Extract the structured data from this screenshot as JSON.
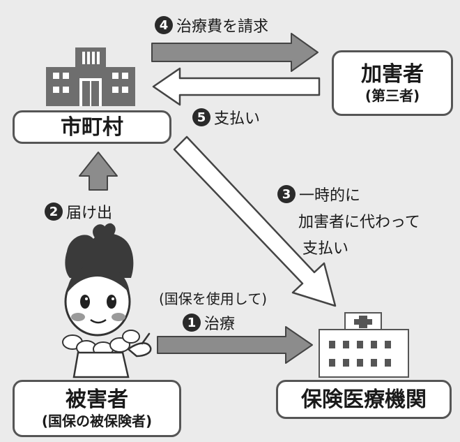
{
  "nodes": {
    "municipality": {
      "label": "市町村"
    },
    "perpetrator": {
      "label": "加害者",
      "sub": "(第三者)"
    },
    "victim": {
      "label": "被害者",
      "sub": "(国保の被保険者)"
    },
    "medical": {
      "label": "保険医療機関"
    }
  },
  "steps": {
    "s1": {
      "num": "1",
      "label": "治療",
      "note": "(国保を使用して)"
    },
    "s2": {
      "num": "2",
      "label": "届け出"
    },
    "s3": {
      "num": "3",
      "lines": [
        "一時的に",
        "加害者に代わって",
        "支払い"
      ]
    },
    "s4": {
      "num": "4",
      "label": "治療費を請求"
    },
    "s5": {
      "num": "5",
      "label": "支払い"
    }
  },
  "colors": {
    "arrow_fill": "#8c8c8c",
    "arrow_stroke": "#444444",
    "arrow_hollow": "#ffffff",
    "building": "#6e6e6e",
    "background": "#ebebeb"
  }
}
